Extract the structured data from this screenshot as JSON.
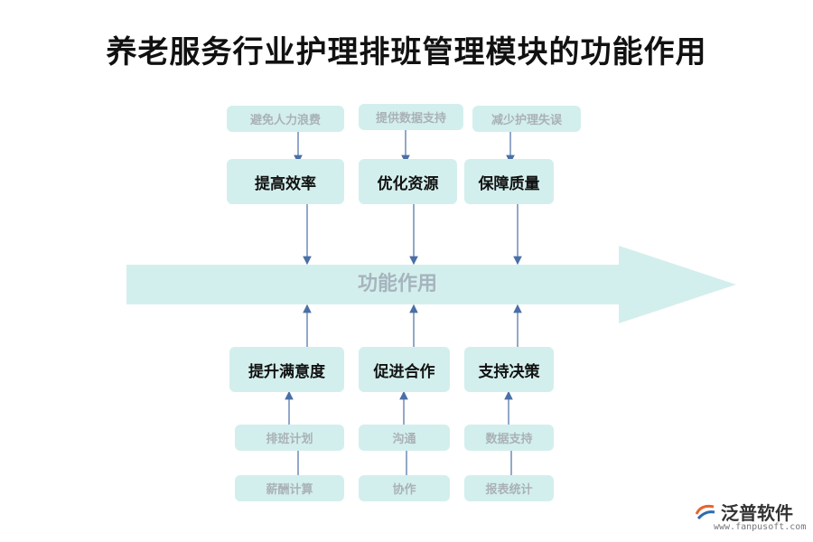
{
  "title": "养老服务行业护理排班管理模块的功能作用",
  "center_label": "功能作用",
  "top_branches": [
    {
      "cause": "避免人力浪费",
      "effect": "提高效率"
    },
    {
      "cause": "提供数据支持",
      "effect": "优化资源"
    },
    {
      "cause": "减少护理失误",
      "effect": "保障质量"
    }
  ],
  "bottom_branches": [
    {
      "effect": "提升满意度",
      "causes": [
        "排班计划",
        "薪酬计算"
      ]
    },
    {
      "effect": "促进合作",
      "causes": [
        "沟通",
        "协作"
      ]
    },
    {
      "effect": "支持决策",
      "causes": [
        "数据支持",
        "报表统计"
      ]
    }
  ],
  "logo": {
    "name": "泛普软件",
    "url": "www.fanpusoft.com"
  },
  "colors": {
    "box_fill": "#d3efed",
    "arrow_fill": "#d3efed",
    "connector": "#4a6fa5",
    "sub_text": "#a9b1b7"
  }
}
